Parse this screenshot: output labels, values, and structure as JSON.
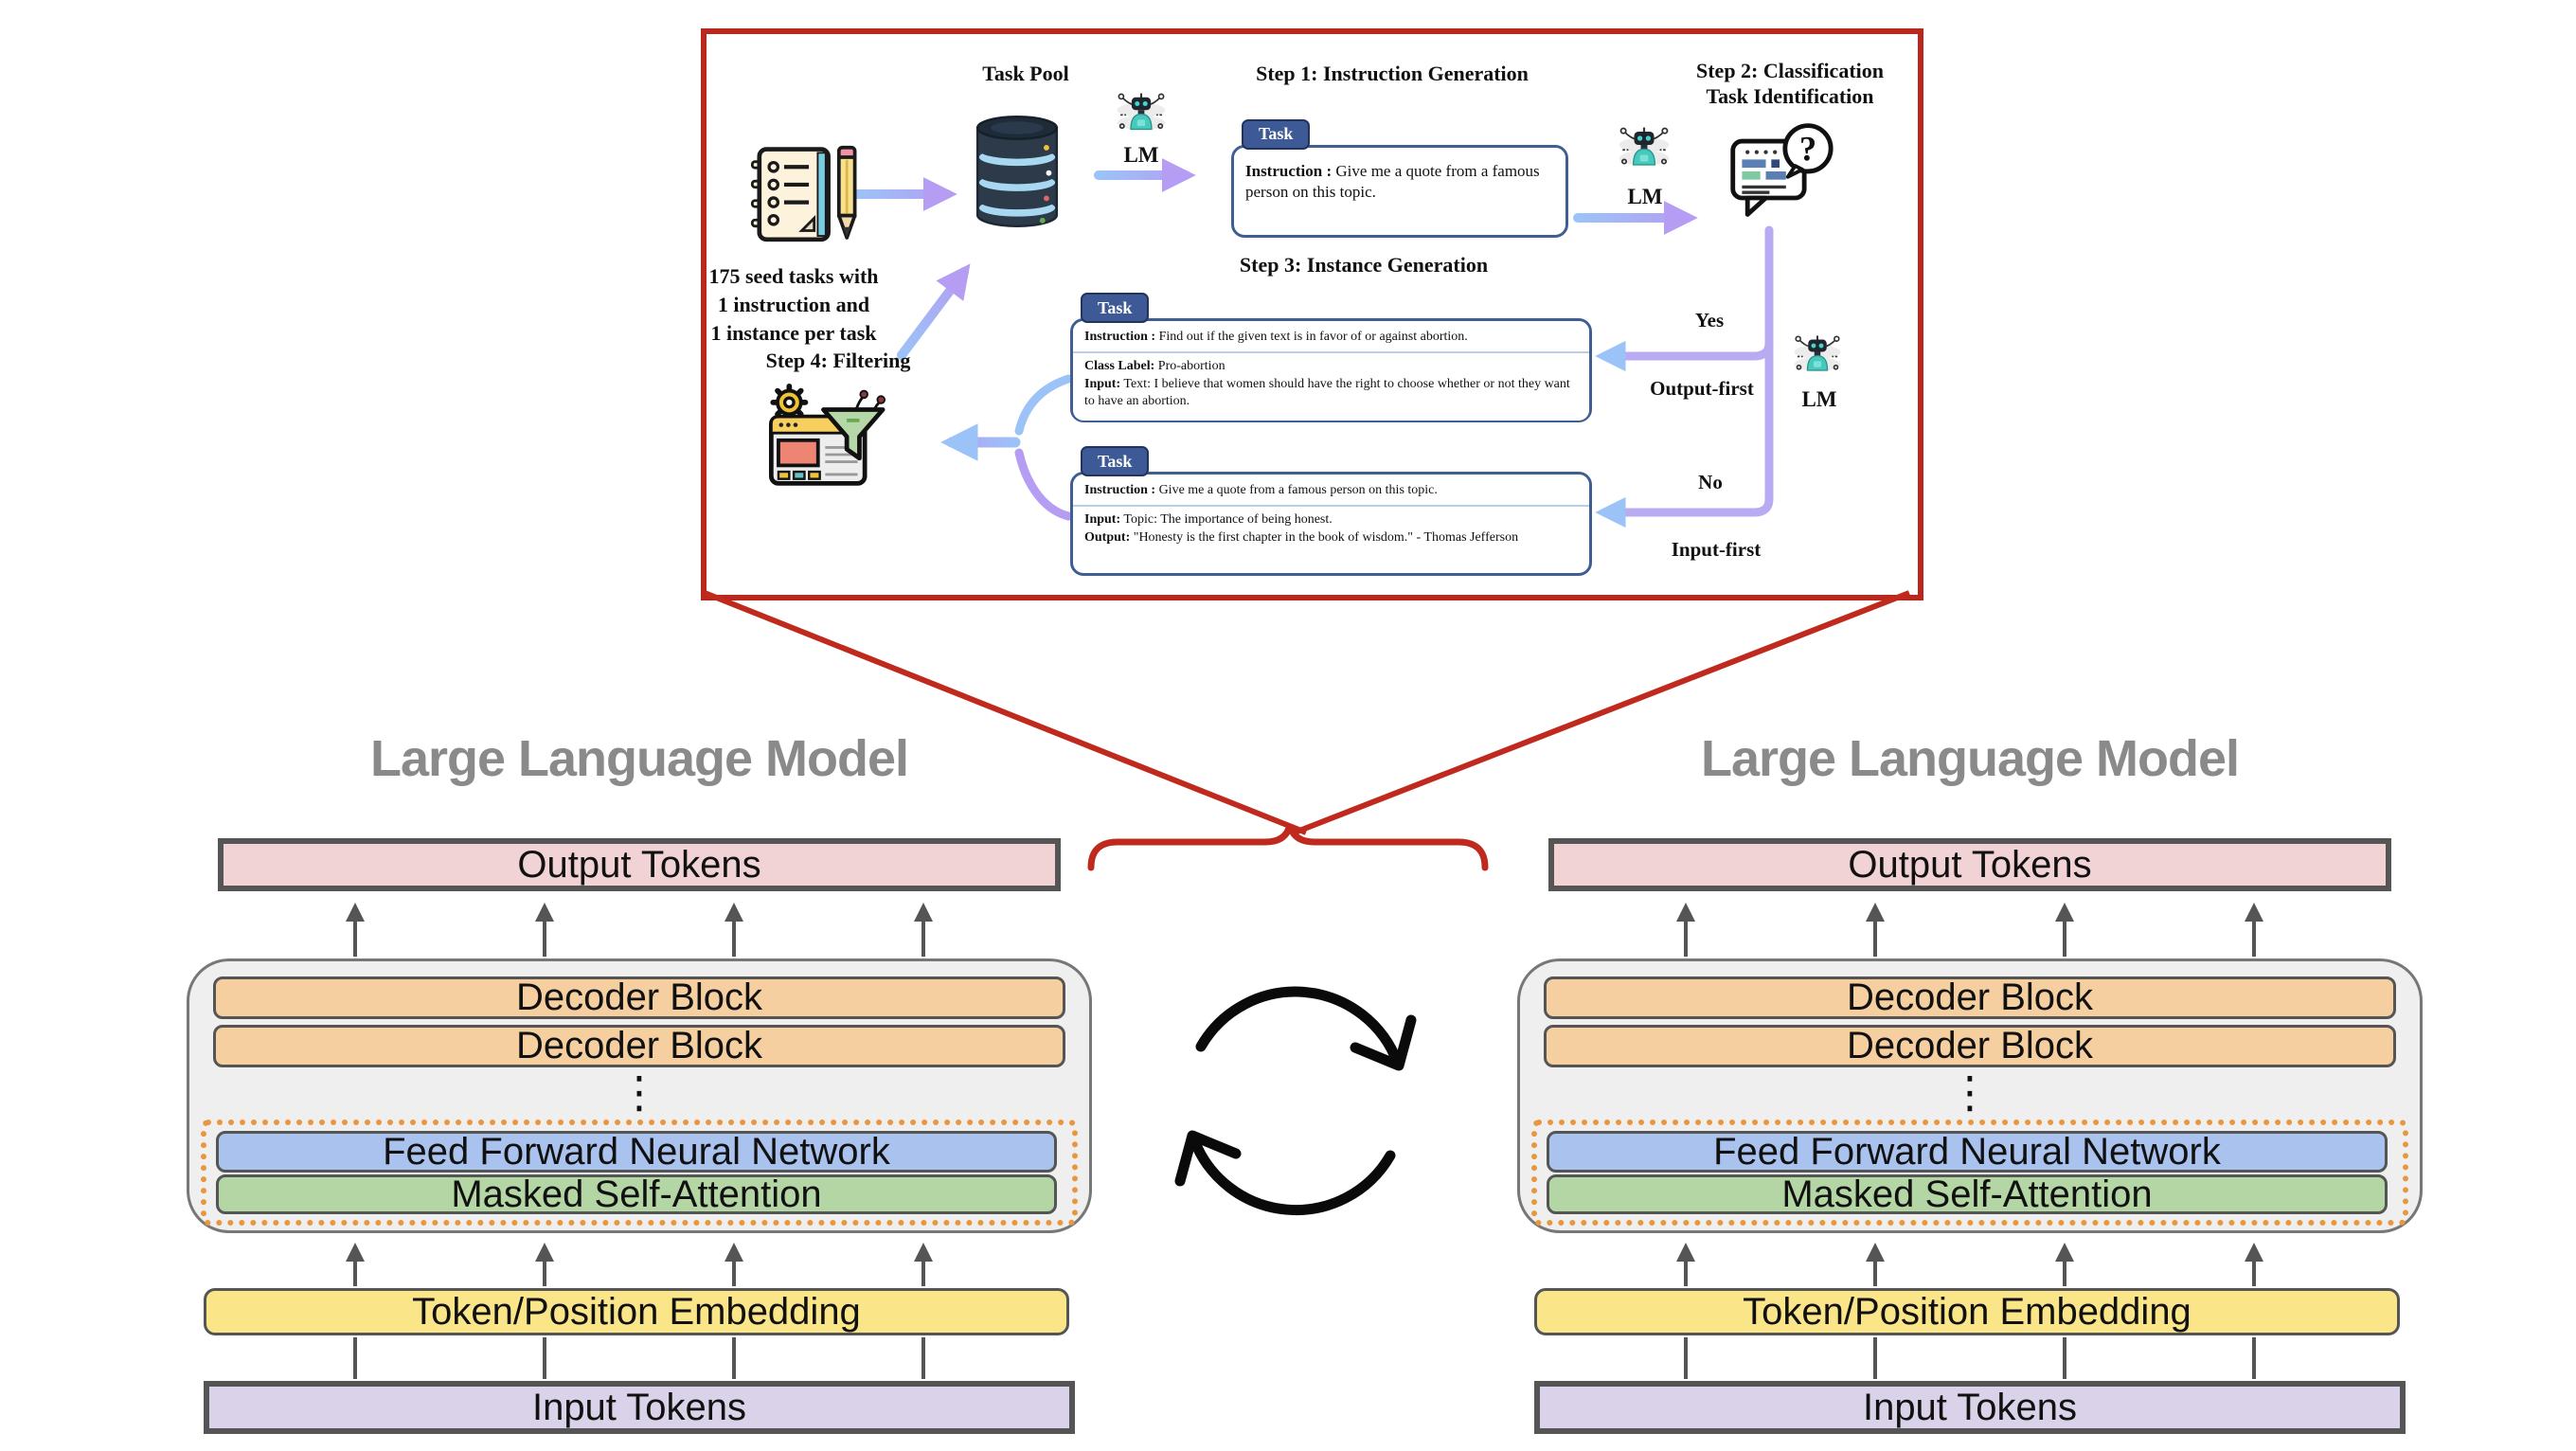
{
  "pipeline": {
    "task_pool_label": "Task Pool",
    "seed_caption": [
      "175 seed tasks with",
      "1 instruction and",
      "1 instance per task"
    ],
    "lm1": "LM",
    "lm2": "LM",
    "lm3": "LM",
    "step1_title": "Step 1: Instruction Generation",
    "step2_title_line1": "Step 2: Classification",
    "step2_title_line2": "Task Identification",
    "step3_title": "Step 3: Instance Generation",
    "step4_title": "Step 4: Filtering",
    "card_tab": "Task",
    "card1": {
      "instruction_key": "Instruction :",
      "instruction": "Give me a quote from a famous person on this topic."
    },
    "card2": {
      "instruction_key": "Instruction :",
      "instruction": "Find out if the given text is in favor of or against abortion.",
      "class_key": "Class Label:",
      "class_value": "Pro-abortion",
      "input_key": "Input:",
      "input_value": "Text: I believe that women should have the right to choose whether or not they want to have an abortion."
    },
    "card3": {
      "instruction_key": "Instruction :",
      "instruction": "Give me a quote from a famous person on this topic.",
      "input_key": "Input:",
      "input_value": "Topic: The importance of being honest.",
      "output_key": "Output:",
      "output_value": "\"Honesty is the first chapter in the book of wisdom.\" - Thomas Jefferson"
    },
    "branch": {
      "yes": "Yes",
      "output_first": "Output-first",
      "no": "No",
      "input_first": "Input-first"
    }
  },
  "llm_left": {
    "title": "Large Language Model",
    "output_tokens": "Output Tokens",
    "decoder_blocks": [
      "Decoder Block",
      "Decoder Block"
    ],
    "ellipsis": "⋮",
    "ffnn": "Feed Forward Neural Network",
    "masked_attention": "Masked Self-Attention",
    "embedding": "Token/Position Embedding",
    "input_tokens": "Input Tokens"
  },
  "llm_right": {
    "title": "Large Language Model",
    "output_tokens": "Output Tokens",
    "decoder_blocks": [
      "Decoder Block",
      "Decoder Block"
    ],
    "ellipsis": "⋮",
    "ffnn": "Feed Forward Neural Network",
    "masked_attention": "Masked Self-Attention",
    "embedding": "Token/Position Embedding",
    "input_tokens": "Input Tokens"
  },
  "colors": {
    "frame_red": "#b8281c",
    "arrow_blue": "#9cc3f7",
    "arrow_purple": "#b49df2",
    "connector_purple": "#b9abf2",
    "task_tab_blue": "#3d5a96",
    "card_border_blue": "#3f5f92",
    "title_gray": "#8a8a8a",
    "output_tokens_fill": "#f2d3d5",
    "input_tokens_fill": "#d9d2e9",
    "decoder_fill": "#f5cf9f",
    "ffnn_fill": "#a9c2ee",
    "attention_fill": "#b4d6a4",
    "embedding_fill": "#fae588",
    "container_fill": "#efefef",
    "dotted_border_orange": "#e8973f",
    "gray_arrow": "#555555"
  }
}
